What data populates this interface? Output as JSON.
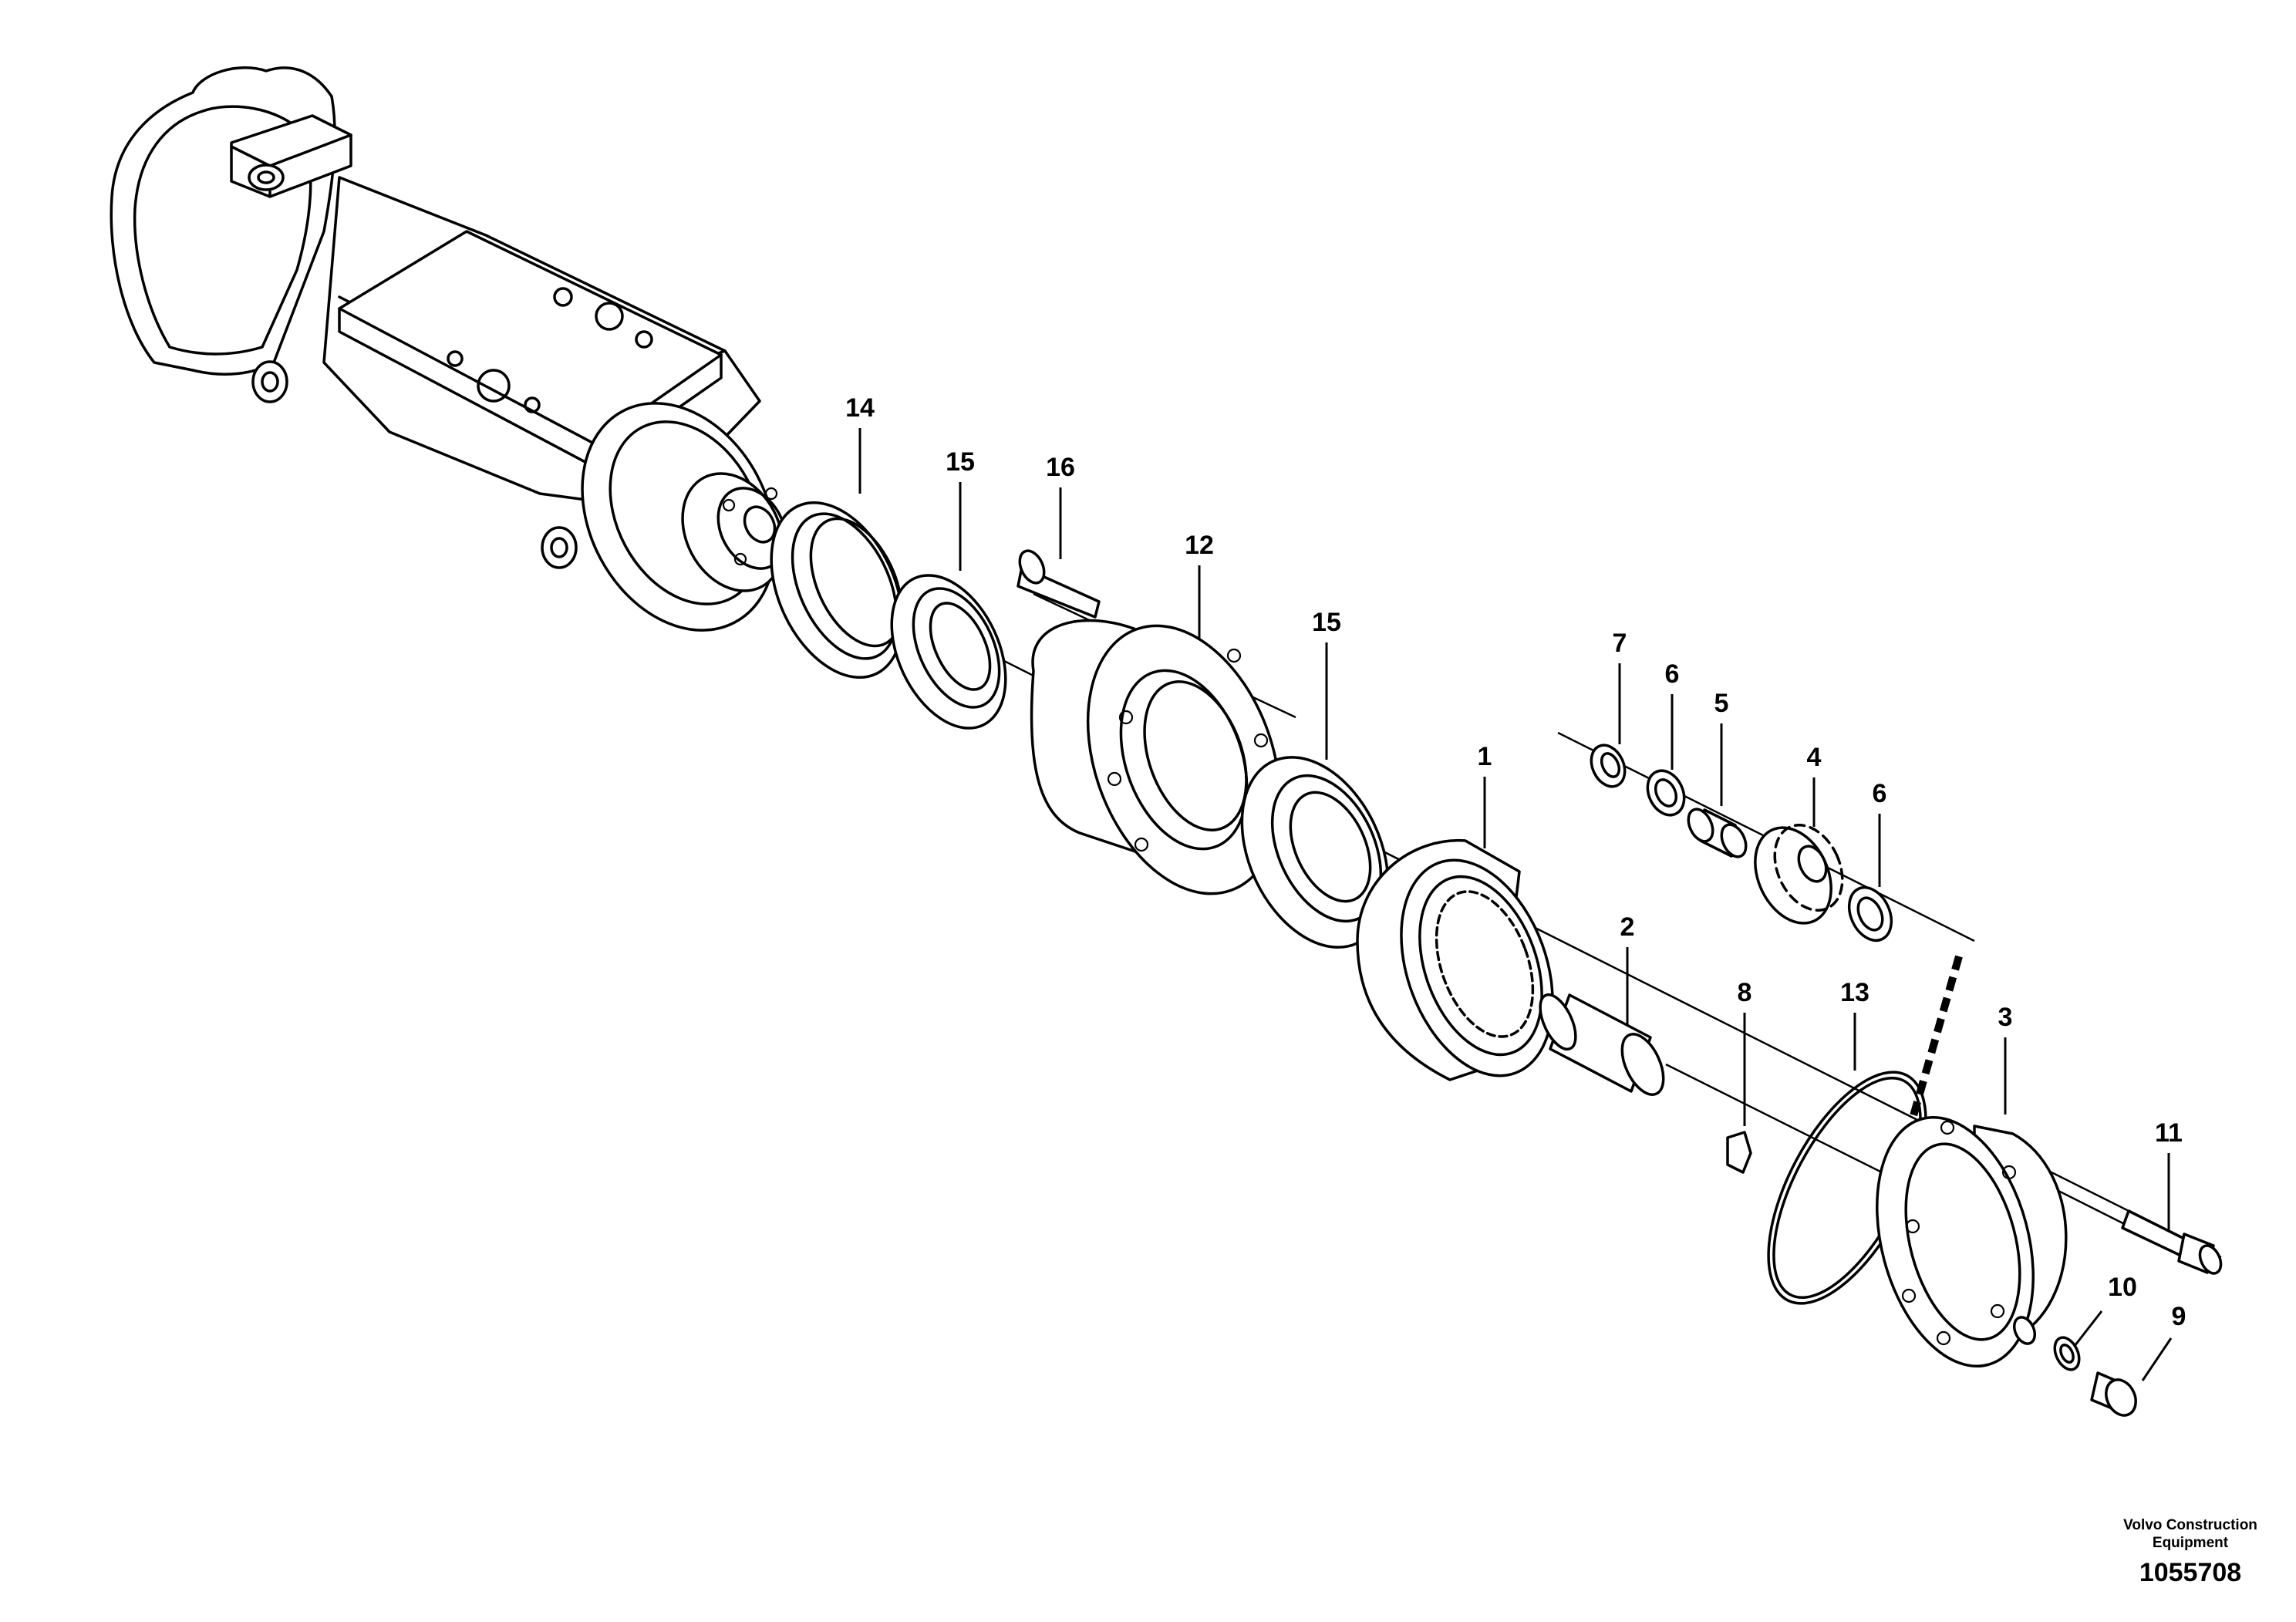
{
  "callouts": [
    {
      "id": "14",
      "label": "14"
    },
    {
      "id": "15a",
      "label": "15"
    },
    {
      "id": "16",
      "label": "16"
    },
    {
      "id": "12",
      "label": "12"
    },
    {
      "id": "15b",
      "label": "15"
    },
    {
      "id": "7",
      "label": "7"
    },
    {
      "id": "6a",
      "label": "6"
    },
    {
      "id": "5",
      "label": "5"
    },
    {
      "id": "4",
      "label": "4"
    },
    {
      "id": "6b",
      "label": "6"
    },
    {
      "id": "1",
      "label": "1"
    },
    {
      "id": "2",
      "label": "2"
    },
    {
      "id": "8",
      "label": "8"
    },
    {
      "id": "13",
      "label": "13"
    },
    {
      "id": "3",
      "label": "3"
    },
    {
      "id": "11",
      "label": "11"
    },
    {
      "id": "10",
      "label": "10"
    },
    {
      "id": "9",
      "label": "9"
    }
  ],
  "footer": {
    "company_line1": "Volvo Construction",
    "company_line2": "Equipment",
    "drawing_number": "1055708"
  }
}
